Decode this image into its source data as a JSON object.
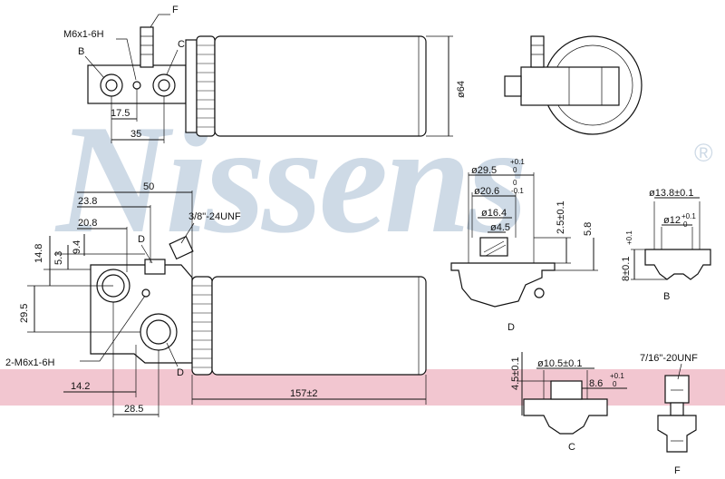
{
  "watermark": {
    "brand": "Nissens",
    "registered": "®",
    "color": "#c9d6e4"
  },
  "band_color": "#f2c6d0",
  "top_view": {
    "thread_f": "M6x1-6H",
    "callout_f": "F",
    "callout_b": "B",
    "callout_c": "C",
    "dim_17_5": "17.5",
    "dim_35": "35",
    "dim_dia64": "ø64"
  },
  "side_view": {
    "dim_50": "50",
    "dim_23_8": "23.8",
    "dim_20_8": "20.8",
    "dim_9_4": "9.4",
    "dim_5_3": "5.3",
    "dim_14_8": "14.8",
    "dim_29_5": "29.5",
    "thread": "3/8\"-24UNF",
    "callout_d1": "D",
    "callout_d2": "D",
    "thread_2x": "2-M6x1-6H",
    "dim_14_2": "14.2",
    "dim_28_5": "28.5",
    "dim_157": "157±2"
  },
  "detail_d": {
    "dia_29_5": "ø29.5",
    "tol_29_5_up": "+0.1",
    "tol_29_5_lo": "0",
    "dia_20_6": "ø20.6",
    "tol_20_6_up": "0",
    "tol_20_6_lo": "-0.1",
    "dia_16_4": "ø16.4",
    "dia_4_5": "ø4.5",
    "dim_2_5": "2.5±0.1",
    "dim_5_8": "5.8",
    "label": "D"
  },
  "detail_b": {
    "dia_13_8": "ø13.8±0.1",
    "dia_12": "ø12",
    "tol_12_up": "+0.1",
    "tol_12_lo": "0",
    "dim_8": "8±0.1",
    "dim_8_tol": "+0.1",
    "label": "B"
  },
  "detail_c": {
    "dim_4_5": "4.5±0.1",
    "dia_10_5": "ø10.5±0.1",
    "dim_8_6": "8.6",
    "tol_8_6_up": "+0.1",
    "tol_8_6_lo": "0",
    "label": "C"
  },
  "detail_f": {
    "thread": "7/16\"-20UNF",
    "label": "F"
  }
}
